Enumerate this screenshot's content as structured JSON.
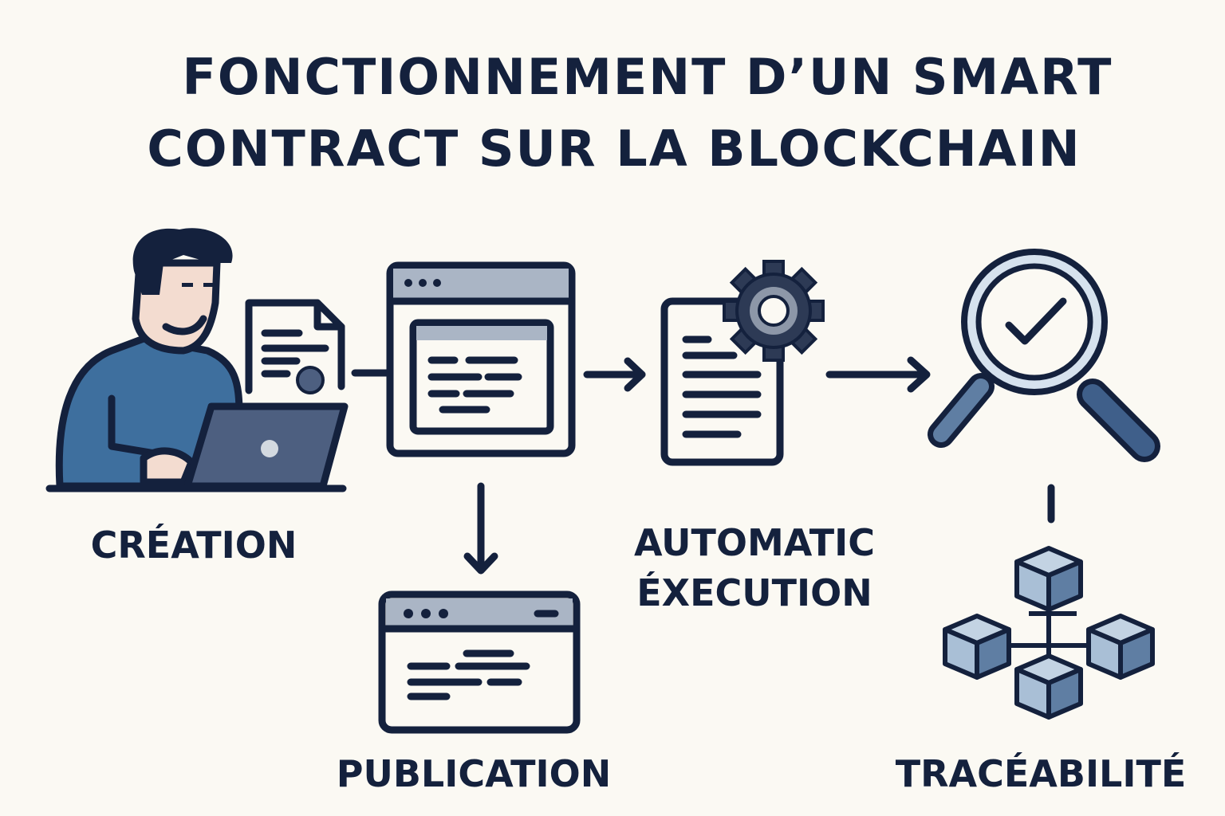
{
  "title": {
    "line1": "FONCTIONNEMENT D’UN SMART",
    "line2": "CONTRACT SUR LA BLOCKCHAIN"
  },
  "steps": [
    {
      "label": "CRÉATION",
      "icon": "person-laptop-icon"
    },
    {
      "label": "PUBLICATION",
      "icon": "browser-window-icon"
    },
    {
      "label_line1": "AUTOMATIC",
      "label_line2": "ÉXECUTION",
      "icon": "document-gear-icon"
    },
    {
      "label": "TRACÉABILITÉ",
      "icon": "magnifier-check-icon"
    }
  ],
  "colors": {
    "background": "#fbf9f3",
    "navy": "#14213d",
    "shirt": "#3e6f9e",
    "skin": "#f3dcd0",
    "laptop": "#4d5f80",
    "cube_light": "#a9bfd6",
    "cube_dark": "#5f7ea3",
    "bar": "#aab5c5"
  }
}
